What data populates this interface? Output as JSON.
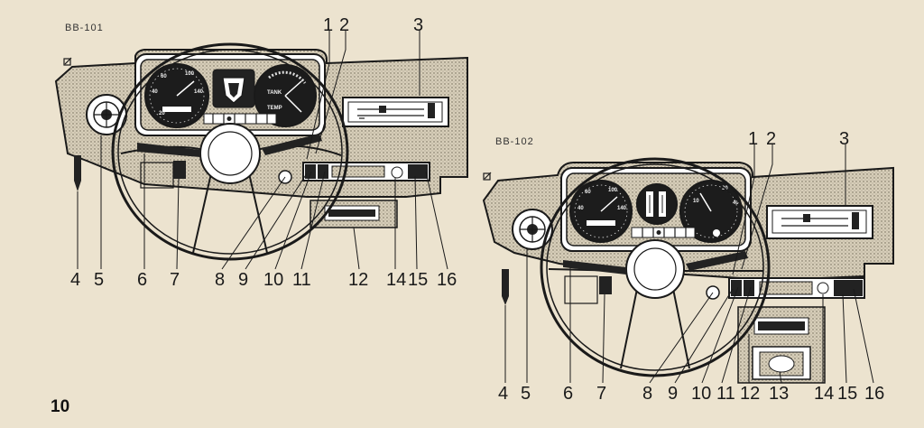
{
  "page_number": "10",
  "figures": [
    {
      "code": "BB-101",
      "gauge_labels": [
        "TANK",
        "TEMP"
      ],
      "callouts": [
        "1",
        "2",
        "3",
        "4",
        "5",
        "6",
        "7",
        "8",
        "9",
        "10",
        "11",
        "12",
        "14",
        "15",
        "16"
      ]
    },
    {
      "code": "BB-102",
      "callouts": [
        "1",
        "2",
        "3",
        "4",
        "5",
        "6",
        "7",
        "8",
        "9",
        "10",
        "11",
        "12",
        "13",
        "14",
        "15",
        "16"
      ]
    }
  ]
}
